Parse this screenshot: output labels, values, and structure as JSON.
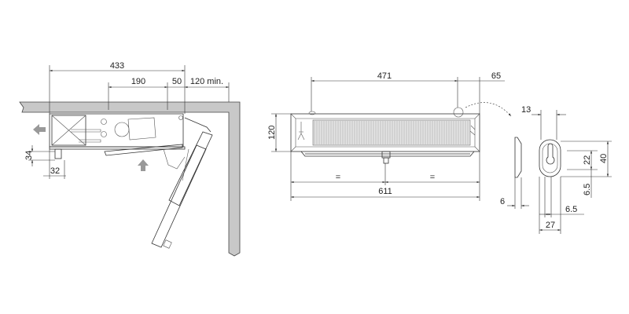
{
  "side_view": {
    "dim_total": "433",
    "dim_bracket_spacing": "190",
    "dim_bracket_offset": "50",
    "dim_clearance": "120 min.",
    "dim_pipe_height": "34",
    "dim_pipe_offset": "32"
  },
  "front_view": {
    "dim_bracket_spacing": "471",
    "dim_bracket_edge": "65",
    "dim_height": "120",
    "dim_half_left": "=",
    "dim_half_right": "=",
    "dim_width": "611"
  },
  "bracket_detail": {
    "dim_top_offset": "13",
    "dim_slot": "22",
    "dim_height": "40",
    "dim_bottom": "6.5",
    "dim_depth": "6",
    "dim_side": "6.5",
    "dim_width": "27"
  }
}
